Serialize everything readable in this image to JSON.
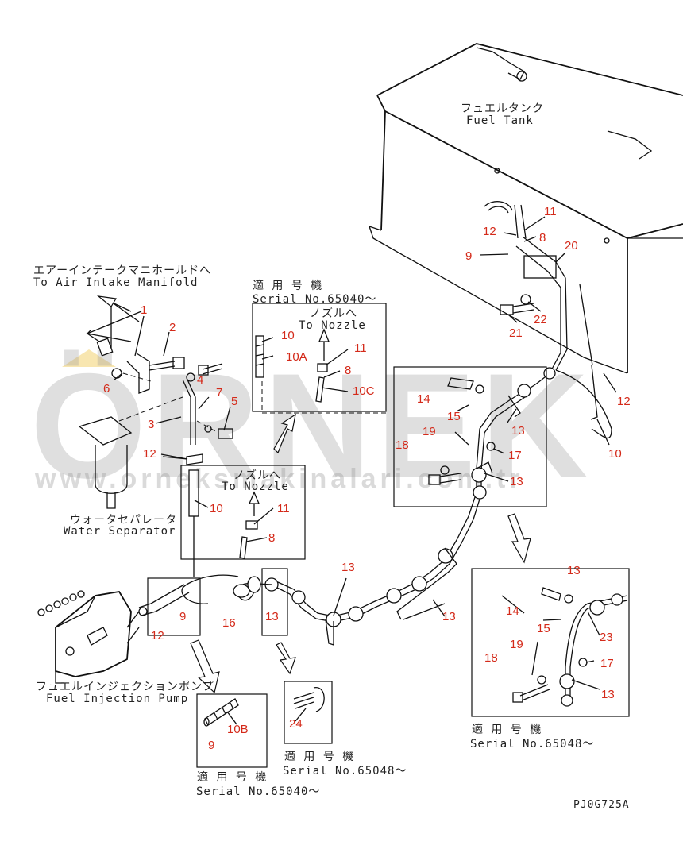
{
  "watermark": {
    "brand": "ÖRNEK",
    "url": "www.orneksmakinalari.com.tr"
  },
  "labels": {
    "fuel_tank_jp": "フュエルタンク",
    "fuel_tank_en": "Fuel Tank",
    "air_intake_jp": "エアーインテークマニホールドへ",
    "air_intake_en": "To Air Intake Manifold",
    "water_sep_jp": "ウォータセパレータ",
    "water_sep_en": "Water Separator",
    "injection_pump_jp": "フュエルインジェクションポンプ",
    "injection_pump_en": "Fuel Injection Pump",
    "nozzle_jp": "ノズルへ",
    "nozzle_en": "To Nozzle",
    "serial_jp": "適 用 号 機",
    "serial_65040": "Serial No.65040～",
    "serial_65048": "Serial No.65048～",
    "drawing_code": "PJ0G725A"
  },
  "callouts": {
    "c1": "1",
    "c2": "2",
    "c3": "3",
    "c4": "4",
    "c5": "5",
    "c6": "6",
    "c7": "7",
    "c8": "8",
    "c9": "9",
    "c10": "10",
    "c10a": "10A",
    "c10b": "10B",
    "c10c": "10C",
    "c11": "11",
    "c12": "12",
    "c13": "13",
    "c14": "14",
    "c15": "15",
    "c16": "16",
    "c17": "17",
    "c18": "18",
    "c19": "19",
    "c20": "20",
    "c21": "21",
    "c22": "22",
    "c23": "23",
    "c24": "24"
  },
  "colors": {
    "callout": "#d42a1a",
    "line": "#111111"
  }
}
